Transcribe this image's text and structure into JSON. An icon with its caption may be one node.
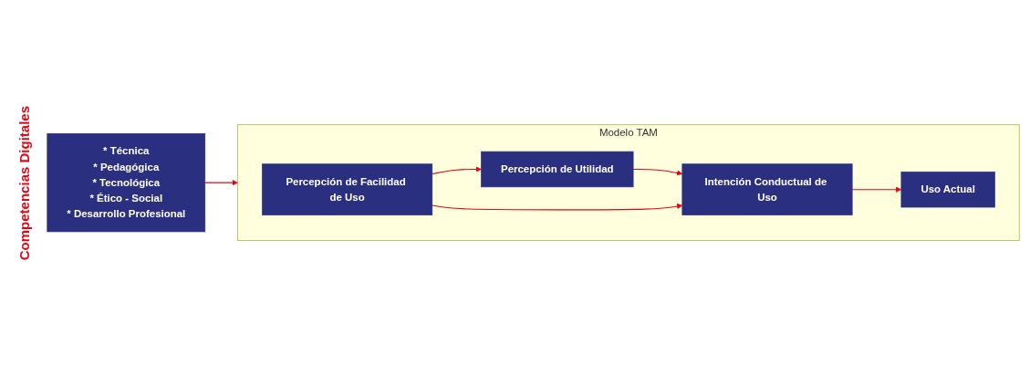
{
  "diagram": {
    "nodes": [
      {
        "text": [
          "* Técnica",
          "* Pedagógica",
          "* Tecnológica",
          "* Ético - Social",
          "* Desarrollo Profesional"
        ],
        "beside": [
          "Competencias Digitales"
        ]
      },
      {
        "text": [
          "Modelo TAM"
        ]
      },
      {
        "text": [
          "Percepción de Utilidad"
        ],
        "in": 1
      },
      {
        "text": [
          "Percepción de Facilidad de Uso"
        ],
        "in": 1
      },
      {
        "text": [
          "Intención Conductual de Uso"
        ],
        "in": 1
      },
      {
        "text": [
          "Uso Actual"
        ],
        "in": 1
      }
    ],
    "edges": [
      {
        "from": 0,
        "to": 1,
        "arrow": "to"
      },
      {
        "from": 3,
        "to": 2,
        "arrow": "to"
      },
      {
        "from": 2,
        "to": 4,
        "arrow": "to"
      },
      {
        "from": 3,
        "to": 4,
        "arrow": "to"
      },
      {
        "from": 4,
        "to": 5,
        "arrow": "to"
      }
    ]
  }
}
